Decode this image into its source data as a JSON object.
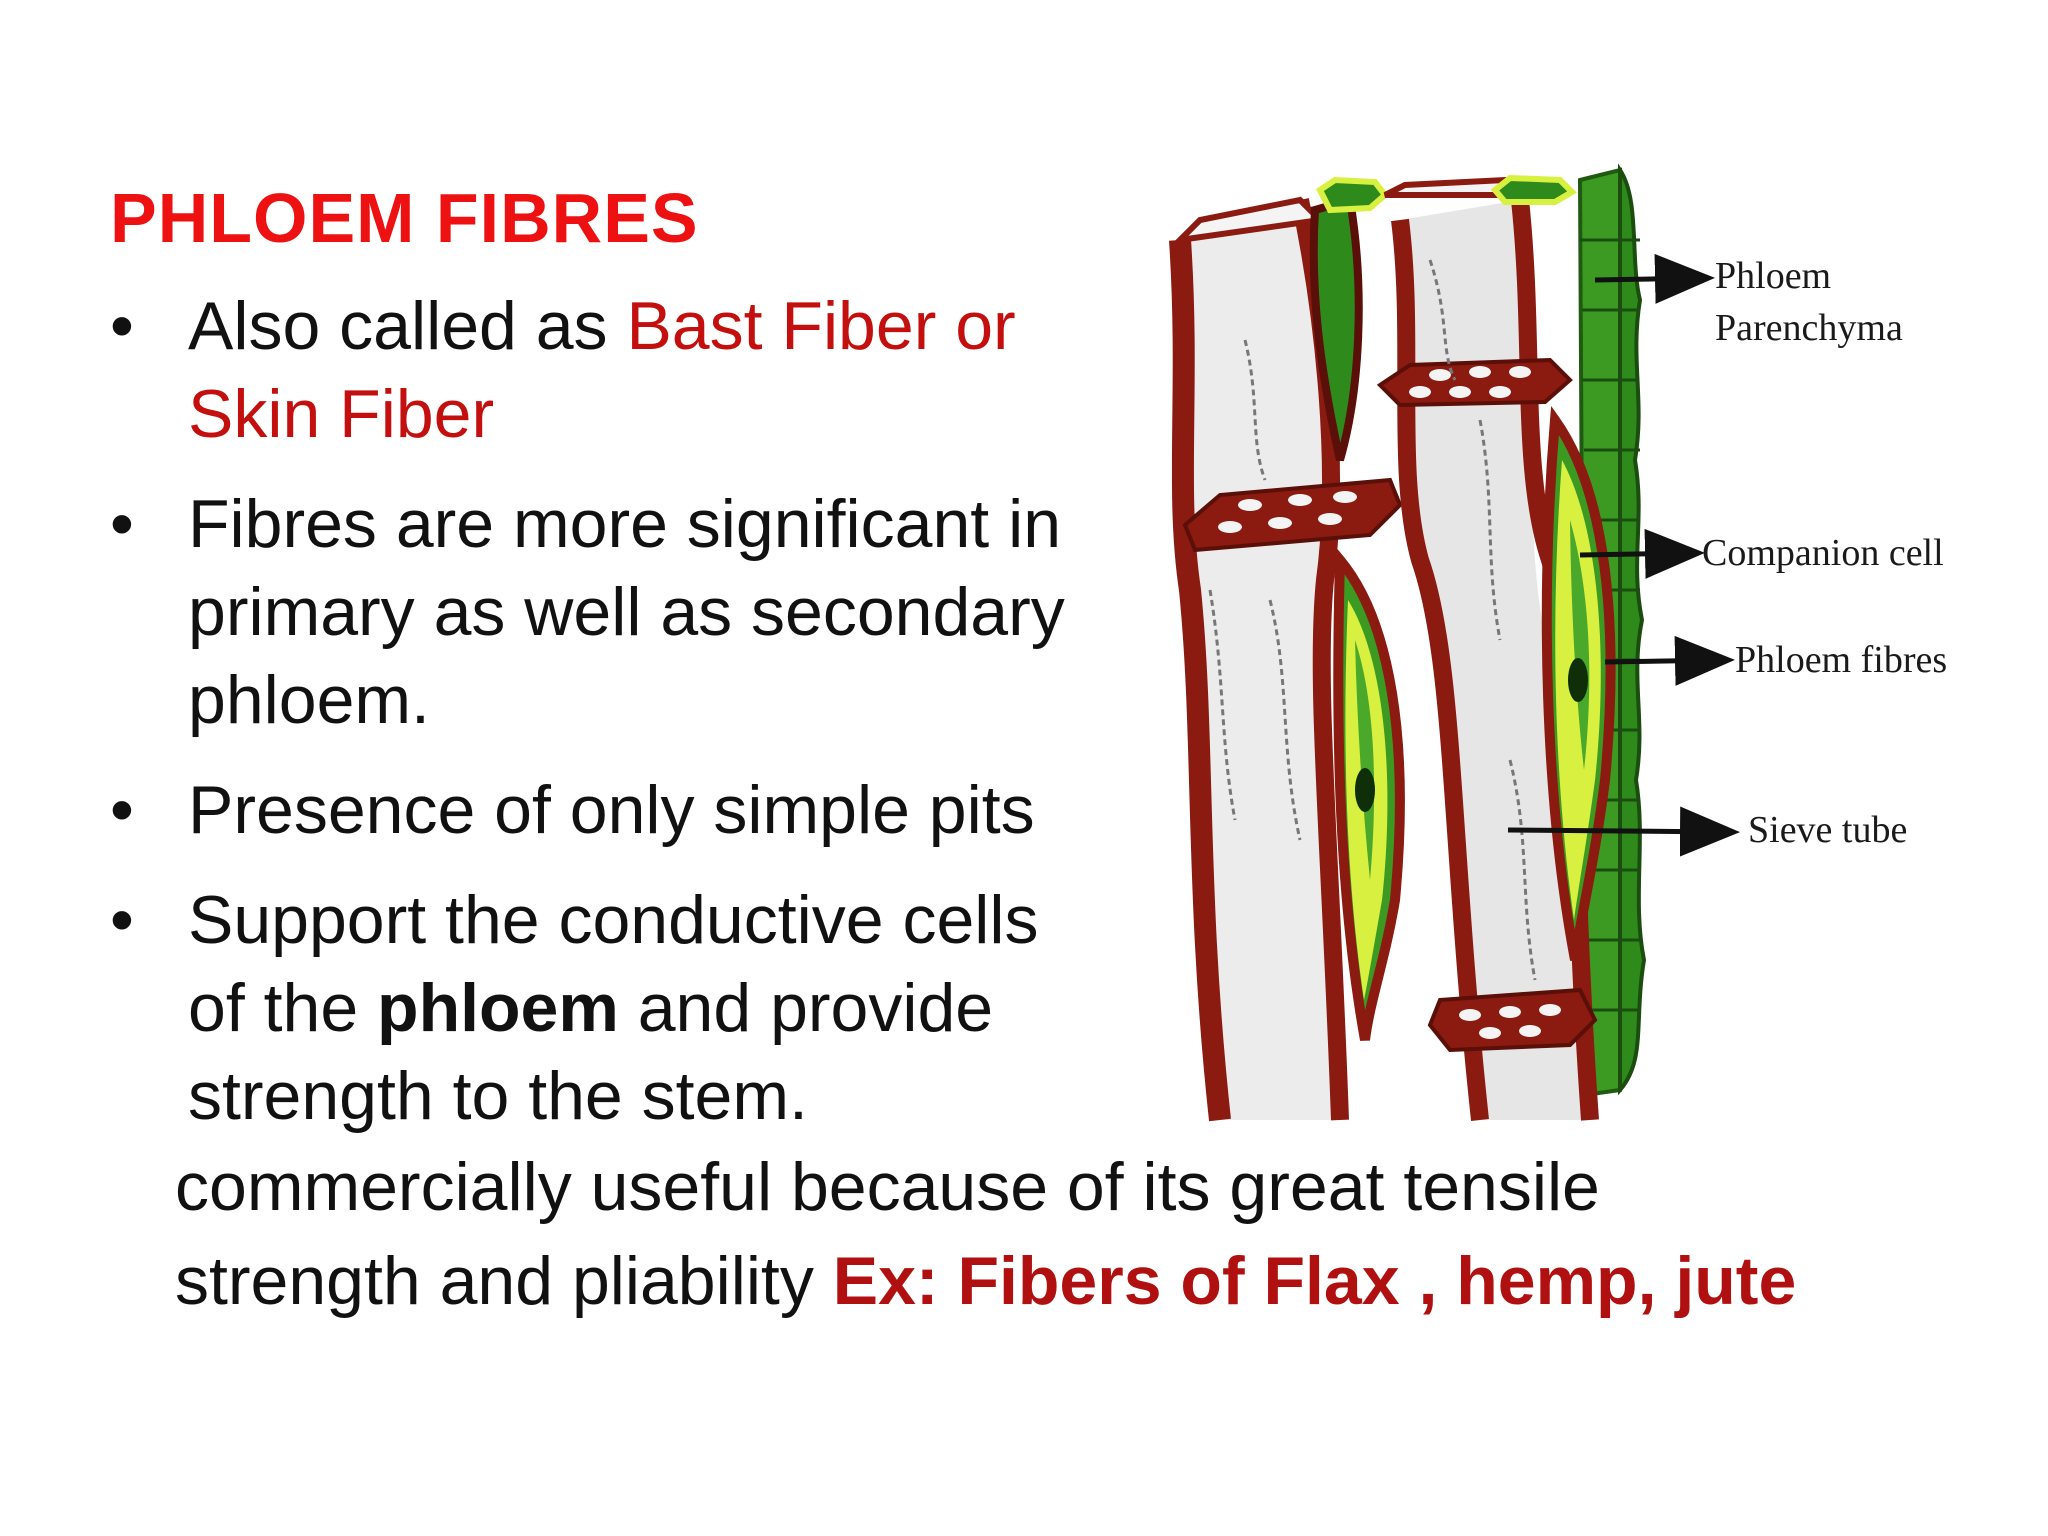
{
  "slide": {
    "title": "PHLOEM FIBRES",
    "bullets": [
      {
        "parts": [
          {
            "text": "Also called as ",
            "style": "normal"
          },
          {
            "text": "Bast Fiber or",
            "style": "red"
          },
          {
            "text": "Skin Fiber",
            "style": "red"
          }
        ]
      },
      {
        "line1": "Fibres are more significant in",
        "line2": "primary as well as secondary",
        "line3": "phloem."
      },
      {
        "line1": "Presence of only simple pits"
      },
      {
        "pre": "Support the conductive cells",
        "of_the": "of the ",
        "bold": "phloem",
        "post": " and provide",
        "line3": "strength to the stem."
      }
    ],
    "bullet_symbol": "•",
    "footer": {
      "line1": "commercially useful because of its great tensile",
      "line2_pre": "strength and pliability ",
      "line2_ex": "Ex:  Fibers of Flax , hemp, jute"
    }
  },
  "diagram": {
    "labels": {
      "parenchyma_1": "Phloem",
      "parenchyma_2": "Parenchyma",
      "companion": "Companion cell",
      "fibres": "Phloem fibres",
      "sieve": "Sieve tube"
    },
    "colors": {
      "wall": "#8b1a10",
      "wall_dark": "#5a0f08",
      "lumen": "#ececec",
      "green_dark": "#2f8a1c",
      "green_light": "#d8f040",
      "green_mid": "#4aa82a"
    }
  }
}
